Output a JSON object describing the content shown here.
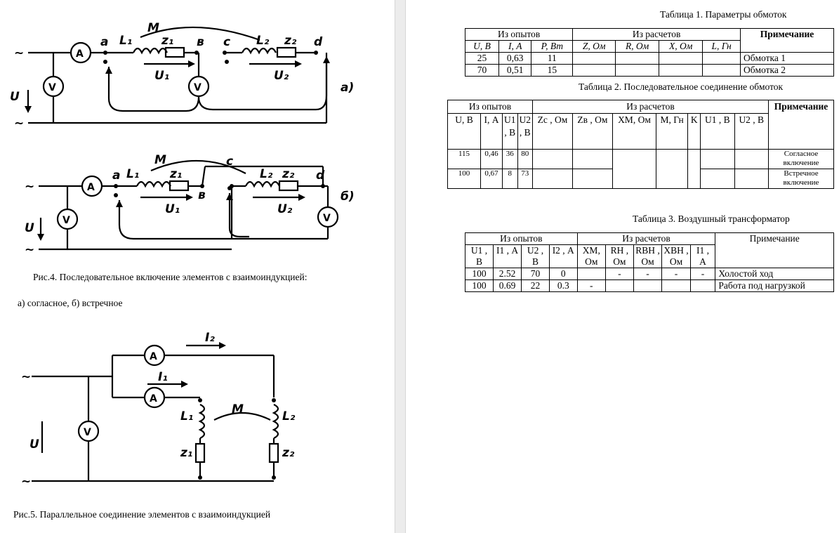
{
  "figure4": {
    "circuit_a_label": "а)",
    "circuit_b_label": "б)",
    "caption_line1": "Рис.4. Последовательное включение элементов с взаимоиндукцией:",
    "caption_line2": "а) согласное, б) встречное",
    "labels": {
      "a": "a",
      "b": "в",
      "c": "c",
      "d": "d",
      "L1": "L₁",
      "L2": "L₂",
      "z1": "z₁",
      "z2": "z₂",
      "M": "M",
      "U": "U",
      "U1": "U₁",
      "U2": "U₂",
      "A": "A",
      "V": "V",
      "tilde": "~"
    }
  },
  "figure5": {
    "caption": "Рис.5. Параллельное соединение элементов с взаимоиндукцией",
    "labels": {
      "I1": "I₁",
      "I2": "I₂",
      "L1": "L₁",
      "L2": "L₂",
      "z1": "z₁",
      "z2": "z₂",
      "M": "M",
      "U": "U",
      "A": "A",
      "V": "V"
    }
  },
  "table1": {
    "title": "Таблица 1. Параметры обмоток",
    "group_exp": "Из опытов",
    "group_calc": "Из расчетов",
    "note_header": "Примечание",
    "col_U": "U, В",
    "col_I": "I, А",
    "col_P": "P, Вт",
    "col_Z": "Z, Ом",
    "col_R": "R, Ом",
    "col_X": "X, Ом",
    "col_L": "L, Гн",
    "rows": [
      {
        "U": "25",
        "I": "0,63",
        "P": "11",
        "note": "Обмотка 1"
      },
      {
        "U": "70",
        "I": "0,51",
        "P": "15",
        "note": "Обмотка 2"
      }
    ]
  },
  "table2": {
    "title": "Таблица 2. Последовательное соединение обмоток",
    "group_exp": "Из опытов",
    "group_calc": "Из расчетов",
    "note_header": "Примечание",
    "col_U": "U, В",
    "col_I": "I, А",
    "col_U1": "U1 , В",
    "col_U2": "U2 , В",
    "col_Zc": "Zс , Ом",
    "col_Zv": "Zв , Ом",
    "col_Xm": "XМ, Ом",
    "col_M": "М, Гн",
    "col_K": "K",
    "col_U1c": "U1 , В",
    "col_U2c": "U2 , В",
    "rows": [
      {
        "U": "115",
        "I": "0,46",
        "U1": "36",
        "U2": "80",
        "note": "Согласное включение"
      },
      {
        "U": "100",
        "I": "0,67",
        "U1": "8",
        "U2": "73",
        "note": "Встречное включение"
      }
    ]
  },
  "table3": {
    "title": "Таблица 3. Воздушный трансформатор",
    "group_exp": "Из опытов",
    "group_calc": "Из расчетов",
    "note_header": "Примечание",
    "col_U1": "U1 , В",
    "col_I1": "I1 , А",
    "col_U2": "U2 , В",
    "col_I2": "I2 , А",
    "col_Xm": "XМ, Ом",
    "col_Rn": "RН , Ом",
    "col_Rvn": "RВН , Ом",
    "col_Xvn": "XВН , Ом",
    "col_I1c": "I1 , А",
    "rows": [
      {
        "U1": "100",
        "I1": "2.52",
        "U2": "70",
        "I2": "0",
        "Xm": "",
        "Rn": "-",
        "Rvn": "-",
        "Xvn": "-",
        "I1c": "-",
        "note": "Холостой ход"
      },
      {
        "U1": "100",
        "I1": "0.69",
        "U2": "22",
        "I2": "0.3",
        "Xm": "-",
        "Rn": "",
        "Rvn": "",
        "Xvn": "",
        "I1c": "",
        "note": "Работа под нагрузкой"
      }
    ]
  }
}
